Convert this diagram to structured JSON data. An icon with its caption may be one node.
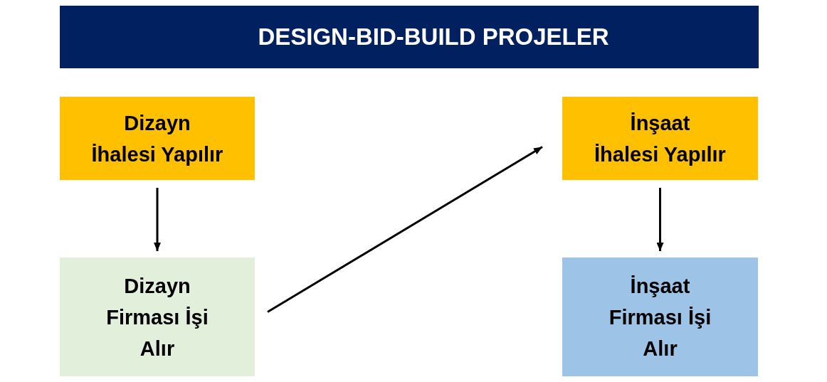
{
  "diagram": {
    "title": "DESIGN-BID-BUILD PROJELER",
    "nodes": [
      {
        "text": [
          "Dizayn İhalesi Yapılır"
        ]
      },
      {
        "text": [
          "Dizayn Firması İşi Alır"
        ]
      },
      {
        "text": [
          "İnşaat İhalesi Yapılır"
        ]
      },
      {
        "text": [
          "İnşaat Firması İşi Alır"
        ]
      }
    ],
    "edges": [
      {
        "from": 0,
        "to": 1,
        "arrow": "to"
      },
      {
        "from": 1,
        "to": 2,
        "arrow": "to"
      },
      {
        "from": 2,
        "to": 3,
        "arrow": "to"
      }
    ]
  }
}
